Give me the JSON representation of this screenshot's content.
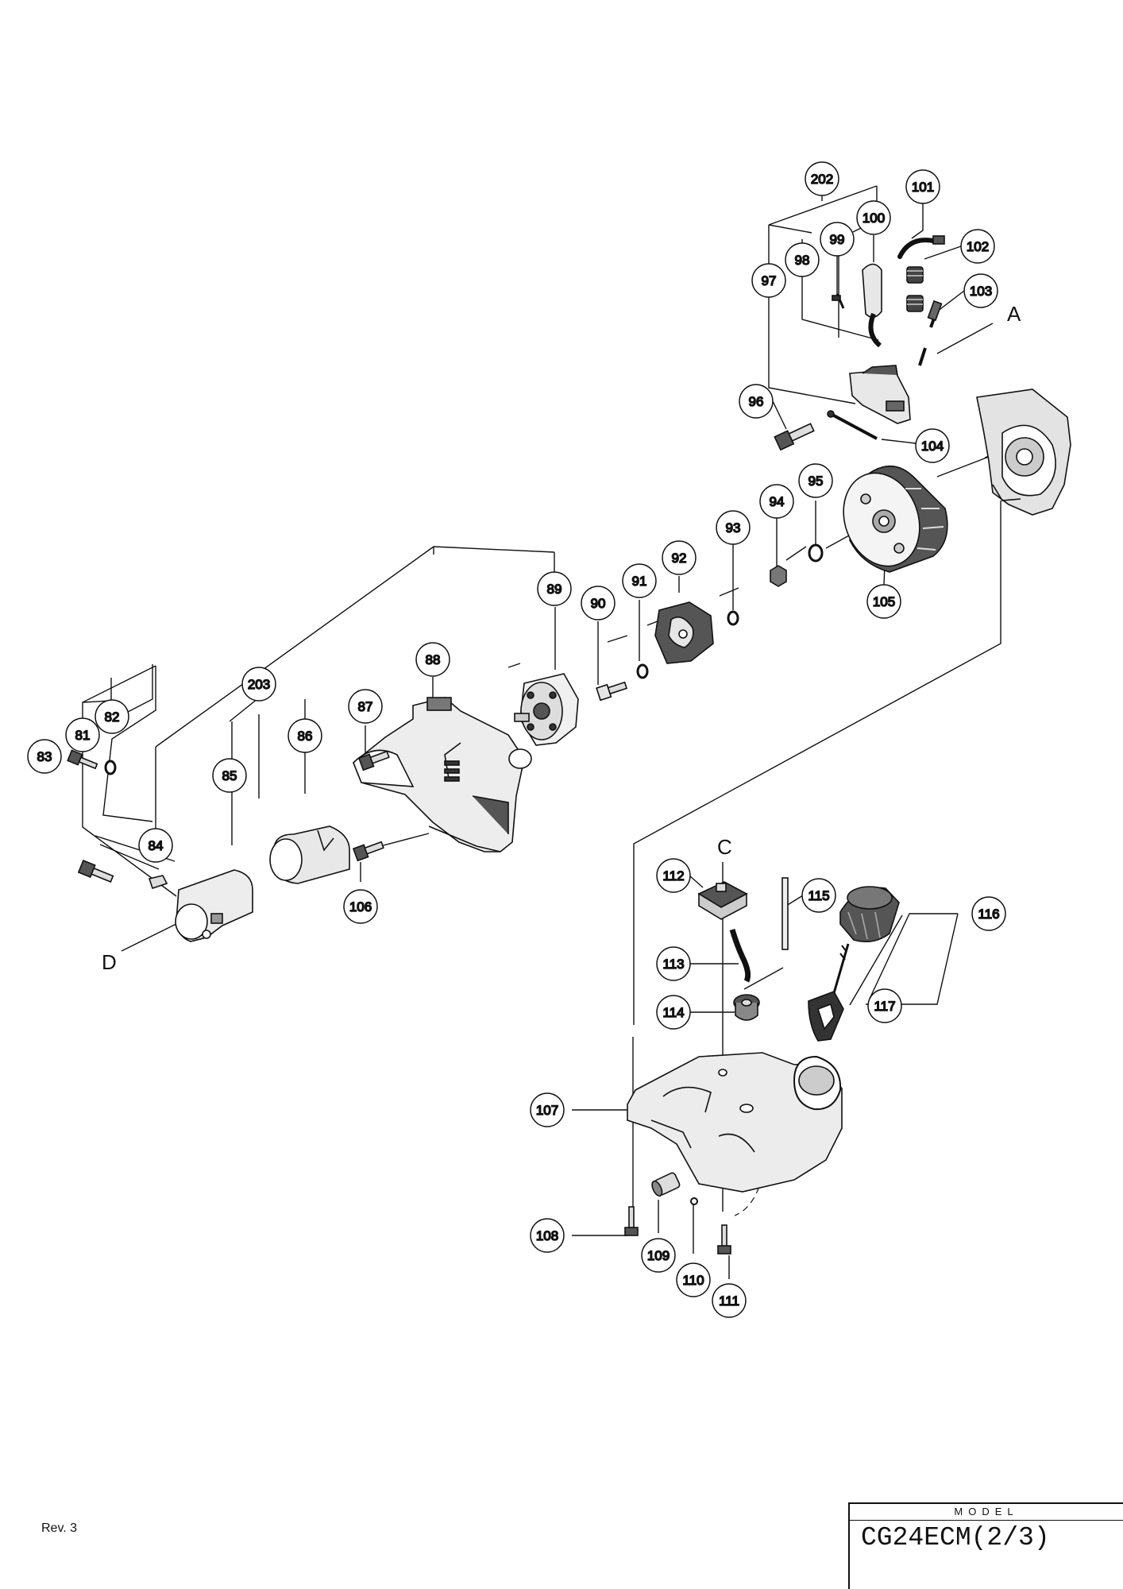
{
  "letters": {
    "A": "A",
    "C": "C",
    "D": "D"
  },
  "callouts": {
    "p81": "81",
    "p82": "82",
    "p83": "83",
    "p84": "84",
    "p85": "85",
    "p86": "86",
    "p87": "87",
    "p88": "88",
    "p89": "89",
    "p90": "90",
    "p91": "91",
    "p92": "92",
    "p93": "93",
    "p94": "94",
    "p95": "95",
    "p96": "96",
    "p97": "97",
    "p98": "98",
    "p99": "99",
    "p100": "100",
    "p101": "101",
    "p102": "102",
    "p103": "103",
    "p104": "104",
    "p105": "105",
    "p106": "106",
    "p107": "107",
    "p108": "108",
    "p109": "109",
    "p110": "110",
    "p111": "111",
    "p112": "112",
    "p113": "113",
    "p114": "114",
    "p115": "115",
    "p116": "116",
    "p117": "117",
    "p202": "202",
    "p203": "203"
  },
  "footer": {
    "revision": "Rev. 3",
    "model_label": "MODEL",
    "model_name": "CG24ECM(2/3)"
  },
  "colors": {
    "ink": "#111111",
    "part_fill": "#e6e6e6",
    "part_dark": "#4a4a4a",
    "background": "#ffffff"
  }
}
